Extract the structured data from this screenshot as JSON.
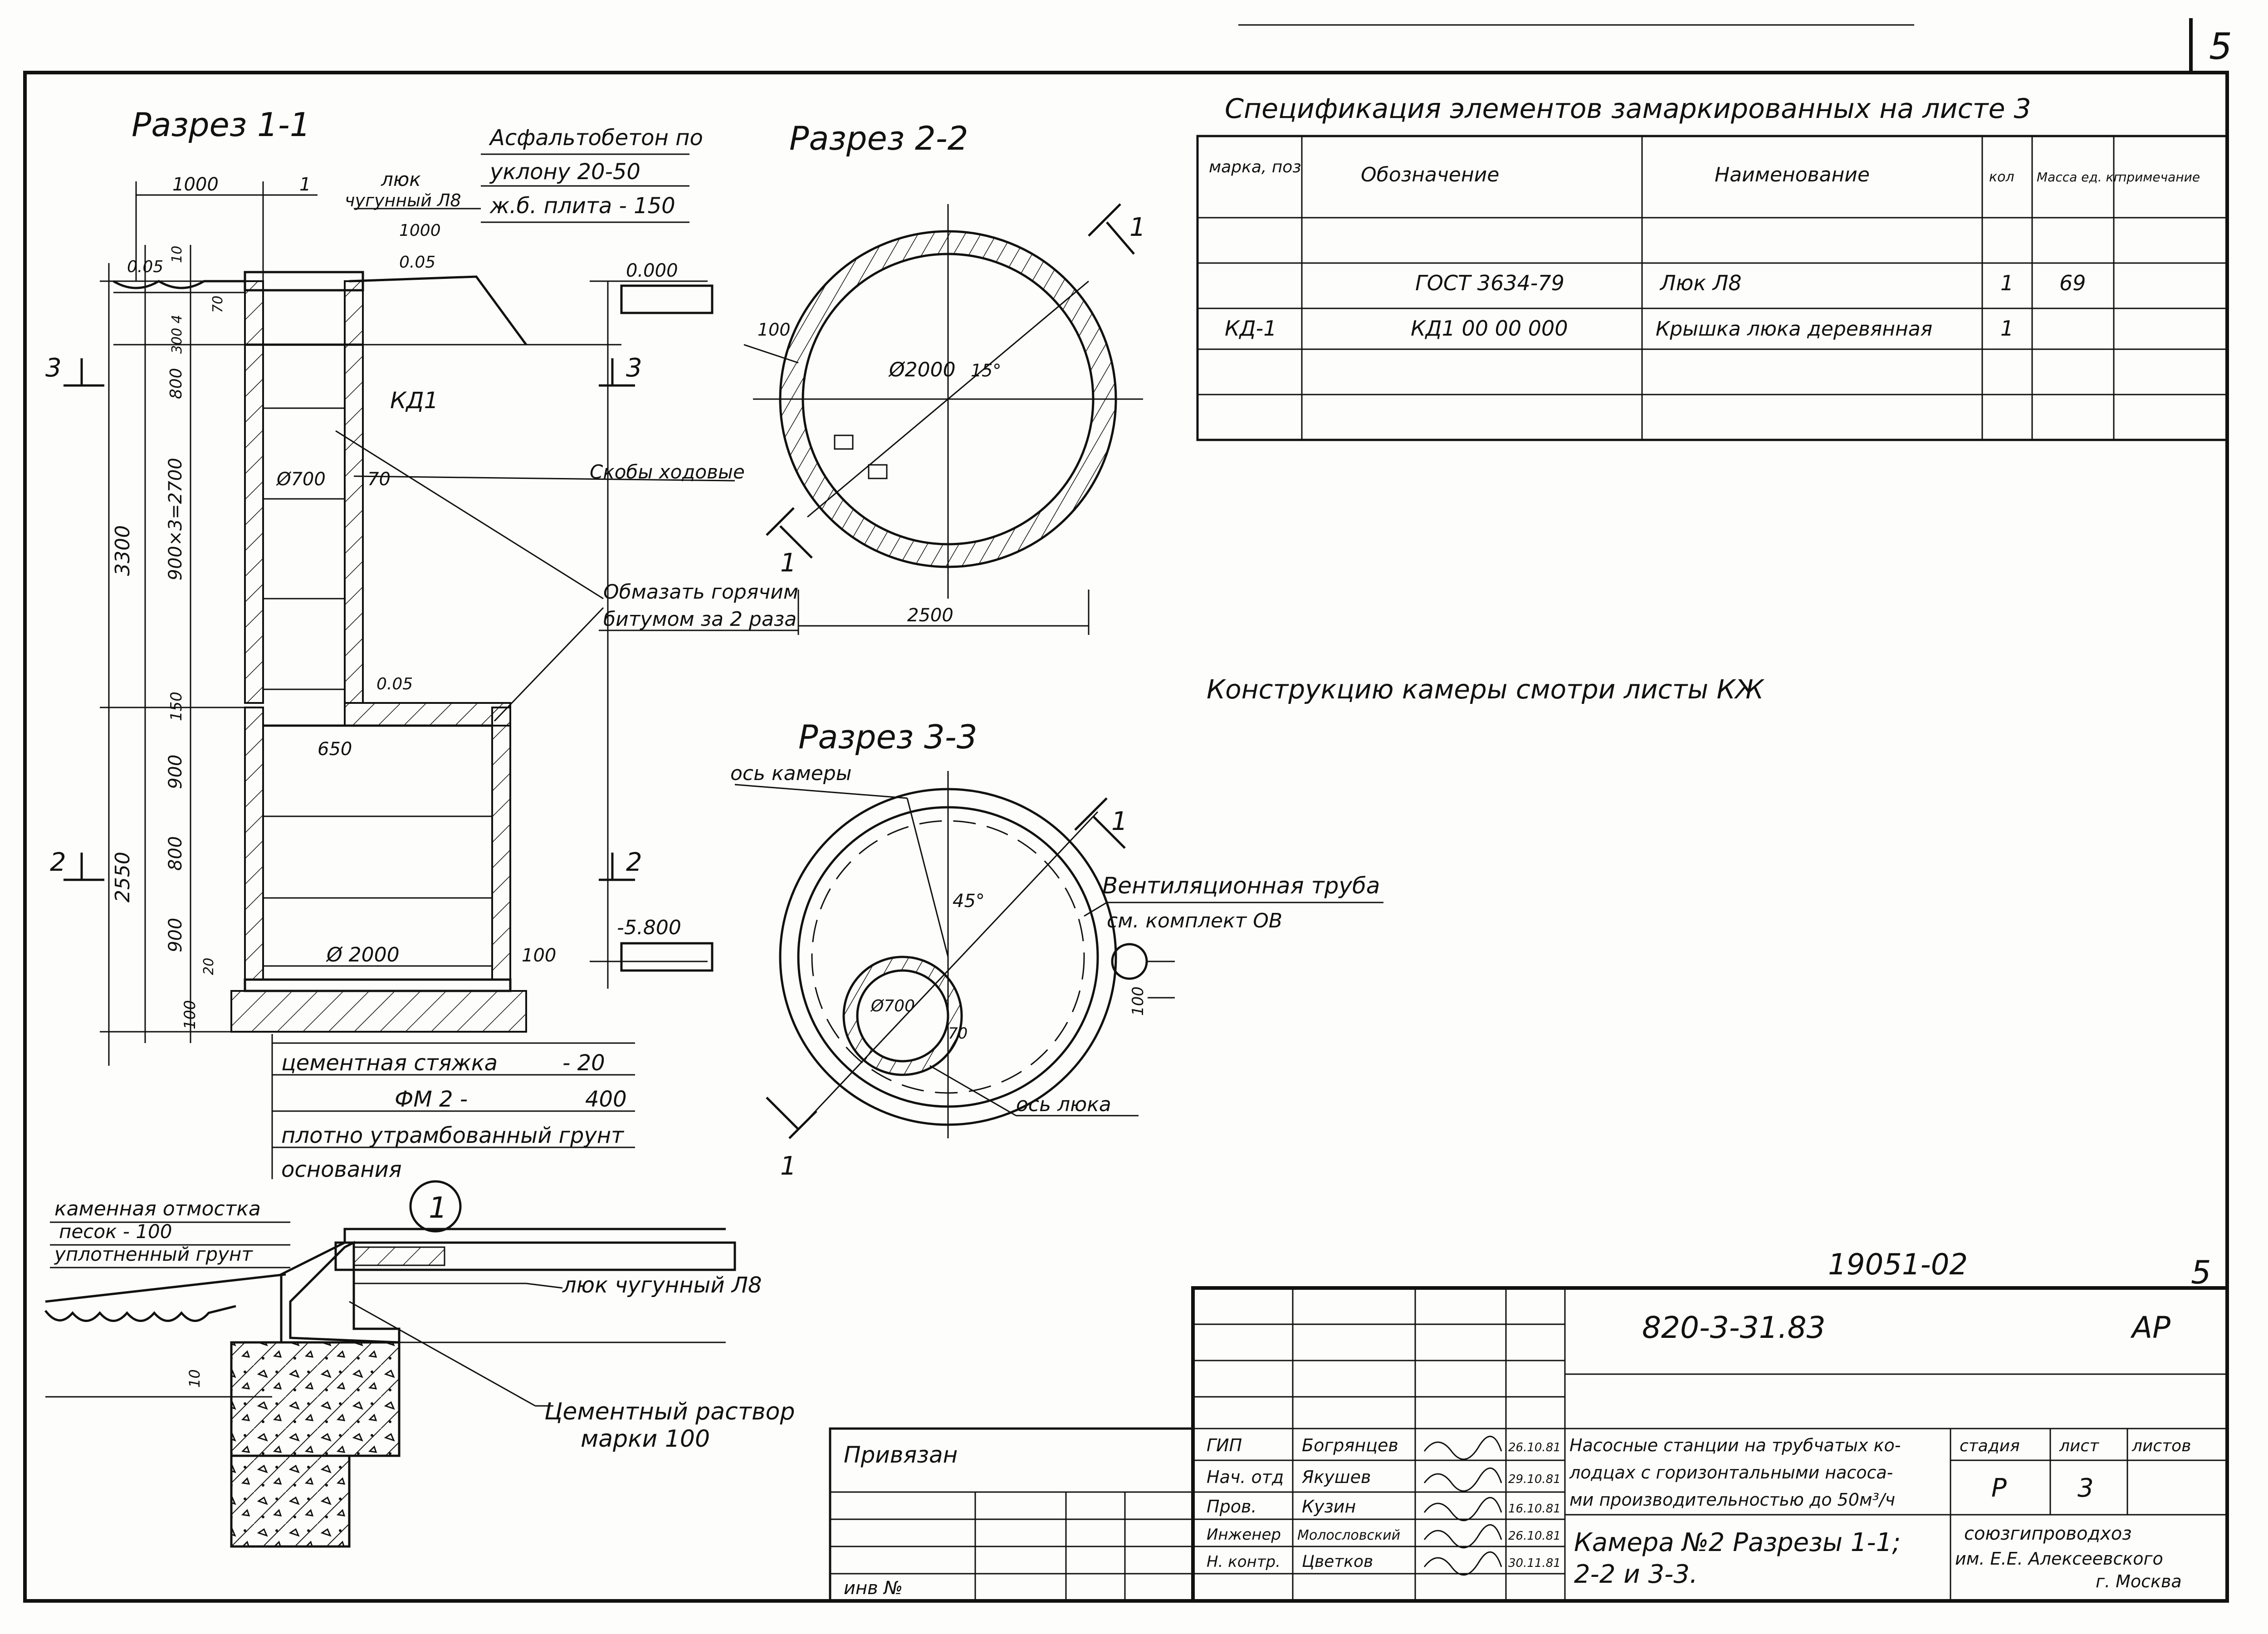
{
  "sheet_number_corner": "5",
  "sections": {
    "s11_title": "Разрез 1-1",
    "s22_title": "Разрез 2-2",
    "s33_title": "Разрез 3-3"
  },
  "section11": {
    "asphalt_1": "Асфальтобетон по",
    "asphalt_2": "уклону 20-50",
    "asphalt_3": "ж.б. плита - 150",
    "lid_1": "люк",
    "lid_2": "чугунный Л8",
    "dim_1000_top": "1000",
    "dim_1000_2": "1000",
    "dim_005_a": "0.05",
    "dim_005_b": "0.05",
    "elev_0": "0.000",
    "mark_1": "1",
    "mark_3_left": "3",
    "mark_3_right": "3",
    "kd1": "КД1",
    "dia700": "Ø700",
    "d70": "70",
    "dim_3300": "3300",
    "dim_900x3": "900×3=2700",
    "dim_800": "800",
    "dim_300_4": "300 4",
    "dim_70_top": "70",
    "dim_10": "10",
    "ladder": "Скобы ходовые",
    "coat_1": "Обмазать горячим",
    "coat_2": "битумом за 2 раза",
    "dim_005_c": "0.05",
    "dim_650": "650",
    "dim_150": "150",
    "dim_900_a": "900",
    "dim_800_b": "800",
    "dim_900_b": "900",
    "dim_20": "20",
    "dim_2550": "2550",
    "mark_2_left": "2",
    "mark_2_right": "2",
    "elev_m5800": "-5.800",
    "dia2000": "Ø 2000",
    "d100": "100",
    "dim_100_b": "100",
    "layer_1": "цементная стяжка",
    "layer_1v": "- 20",
    "layer_2": "ФМ 2 -",
    "layer_2v": "400",
    "layer_3": "плотно утрамбованный грунт",
    "layer_4": "основания"
  },
  "section22": {
    "dia2000": "Ø2000",
    "angle": "15°",
    "d100": "100",
    "dim_2500": "2500",
    "mark_1a": "1",
    "mark_1b": "1"
  },
  "section33": {
    "axis_camera": "ось камеры",
    "vent_1": "Вентиляционная труба",
    "vent_2": "см. комплект ОВ",
    "angle": "45°",
    "dia700": "Ø700",
    "d70": "70",
    "d100": "100",
    "axis_lid": "ось люка",
    "mark_1a": "1",
    "mark_1b": "1"
  },
  "detail": {
    "num": "1",
    "l1": "каменная отмостка",
    "l2": "песок - 100",
    "l3": "уплотненный грунт",
    "lid": "люк чугунный Л8",
    "mortar_1": "Цементный раствор",
    "mortar_2": "марки 100",
    "d10": "10"
  },
  "spec": {
    "title": "Спецификация элементов замаркированных на листе 3",
    "headers": [
      "марка, поз",
      "Обозначение",
      "Наименование",
      "кол",
      "Масса ед. кг",
      "примечание"
    ],
    "rows": [
      [
        "",
        "ГОСТ 3634-79",
        "Люк Л8",
        "1",
        "69",
        ""
      ],
      [
        "КД-1",
        "КД1 00 00 000",
        "Крышка люка деревянная",
        "1",
        "",
        ""
      ]
    ]
  },
  "note": "Конструкцию камеры смотри листы КЖ",
  "stamp": {
    "doc_top": "19051-02",
    "doc_top_sheet": "5",
    "code": "820-3-31.83",
    "section": "АР",
    "bound_label": "Привязан",
    "inv_label": "инв №",
    "roles": [
      "ГИП",
      "Нач. отд",
      "Пров.",
      "Инженер",
      "Н. контр."
    ],
    "names": [
      "Богрянцев",
      "Якушев",
      "Кузин",
      "Молословский",
      "Цветков"
    ],
    "dates": [
      "26.10.81",
      "29.10.81",
      "16.10.81",
      "26.10.81",
      "30.11.81"
    ],
    "title_1": "Насосные станции на трубчатых ко-",
    "title_2": "лодцах с горизонтальными насоса-",
    "title_3": "ми производительностью до 50м³/ч",
    "sheet_title_1": "Камера №2  Разрезы 1-1;",
    "sheet_title_2": "2-2 и 3-3.",
    "stage_h": "стадия",
    "sheet_h": "лист",
    "sheets_h": "листов",
    "stage": "Р",
    "sheet": "3",
    "sheets": "",
    "org_1": "союзгипроводхоз",
    "org_2": "им. Е.Е. Алексеевского",
    "org_3": "г. Москва"
  }
}
